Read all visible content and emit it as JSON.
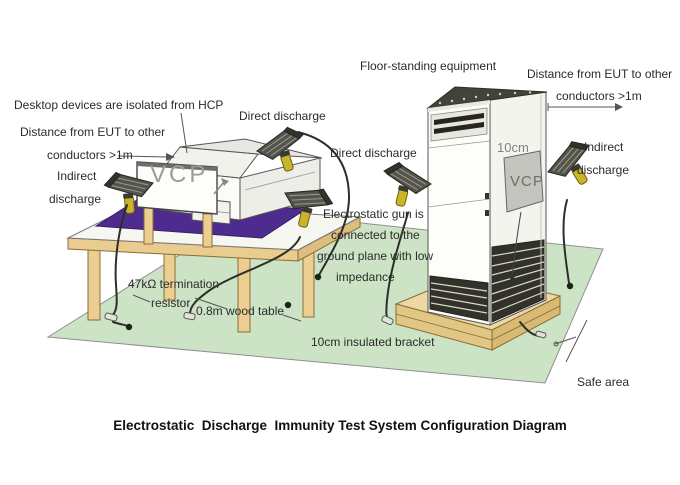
{
  "meta": {
    "title": "Electrostatic  Discharge  Immunity Test System Configuration Diagram"
  },
  "labels": {
    "desktop_isolated": "Desktop devices are isolated from HCP",
    "distance_left_1": "Distance from EUT to other",
    "distance_left_2": "conductors >1m",
    "indirect_left_1": "Indirect",
    "indirect_left_2": "discharge",
    "direct_top": "Direct discharge",
    "floor_standing": "Floor-standing equipment",
    "distance_right_1": "Distance from EUT to other",
    "distance_right_2": "conductors >1m",
    "direct_mid": "Direct discharge",
    "indirect_right_1": "Indirect",
    "indirect_right_2": "discharge",
    "gap_10cm": "10cm",
    "vcp_table": "VCP",
    "vcp_cabinet": "VCP",
    "gun_ground_1": "Electrostatic gun is",
    "gun_ground_2": "connected to the",
    "gun_ground_3": "ground plane with low",
    "gun_ground_4": "impedance",
    "resistor_1": "47kΩ termination",
    "resistor_2": "resistor",
    "wood_table": "0.8m wood table",
    "insulated_bracket": "10cm insulated bracket",
    "safe_area": "Safe area"
  },
  "colors": {
    "ground_plane": "#cde3c6",
    "hcp_mat": "#4e2c8f",
    "wood": "#ecce92",
    "cabinet_white": "#fdfdf9",
    "vent_dark": "#32322a",
    "gun_body": "#54544c",
    "gun_grip": "#c9b626",
    "vcp_plate": "#c4c4be",
    "cable": "#2e2e2a",
    "label_text": "#2b2b2b"
  }
}
